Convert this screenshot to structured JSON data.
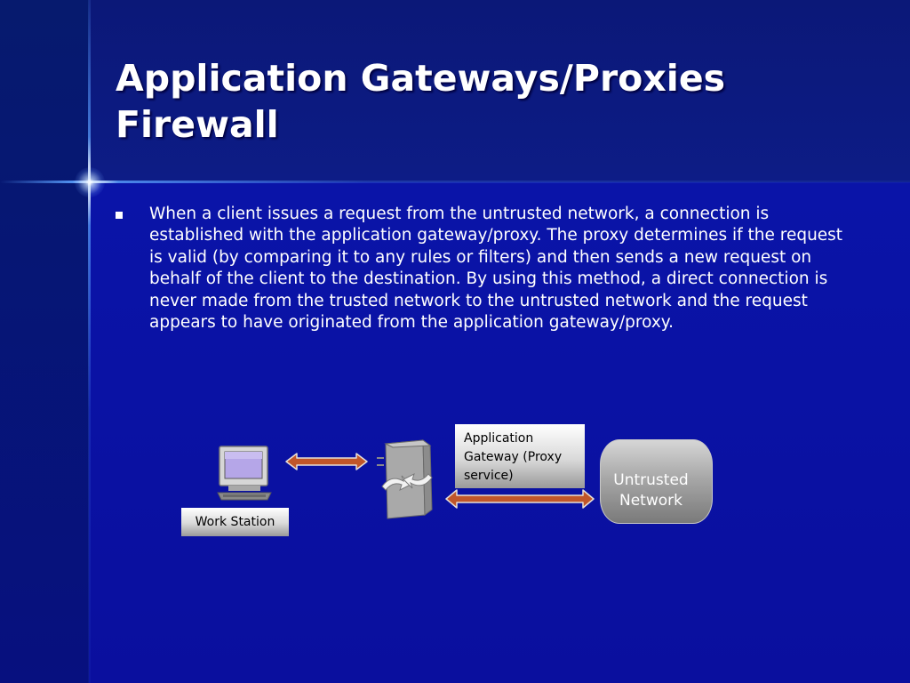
{
  "slide": {
    "title_lines": [
      "Application Gateways/Proxies",
      "Firewall"
    ],
    "bullet": "When a client issues a request from the untrusted network, a connection is established with the application gateway/proxy. The proxy determines if the request is valid (by comparing it to any rules or filters) and then sends a new request on behalf of the client to the destination. By using this method, a direct connection is never made from the trusted network to the untrusted network and the request appears to have originated from the application gateway/proxy."
  },
  "diagram": {
    "workstation_label": "Work Station",
    "gateway_label_lines": [
      "Application",
      "Gateway (Proxy",
      "service)"
    ],
    "untrusted_label_lines": [
      "Untrusted",
      "Network"
    ],
    "arrow_color": "#c0562a"
  },
  "colors": {
    "background": "#0a0f9a",
    "text": "#ffffff"
  }
}
